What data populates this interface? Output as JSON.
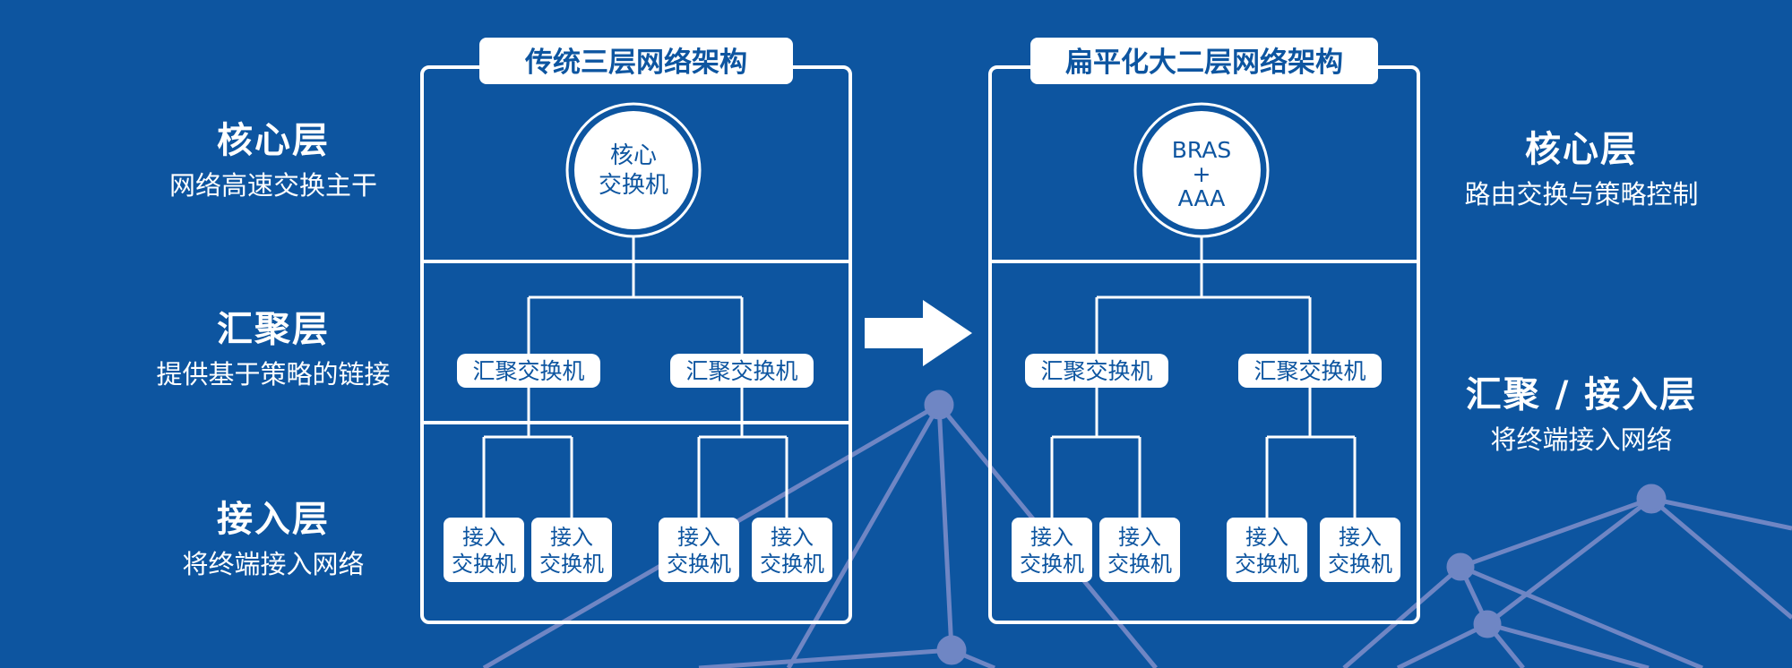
{
  "colors": {
    "background": "#0d55a0",
    "line": "#ffffff",
    "node_fill": "#ffffff",
    "node_text": "#0d55a0",
    "network_decoration": "#6f86c4"
  },
  "left_labels": [
    {
      "title": "核心层",
      "subtitle": "网络高速交换主干"
    },
    {
      "title": "汇聚层",
      "subtitle": "提供基于策略的链接"
    },
    {
      "title": "接入层",
      "subtitle": "将终端接入网络"
    }
  ],
  "right_labels": [
    {
      "title": "核心层",
      "subtitle": "路由交换与策略控制"
    },
    {
      "title": "汇聚 / 接入层",
      "subtitle": "将终端接入网络"
    }
  ],
  "traditional": {
    "title": "传统三层网络架构",
    "core_line1": "核心",
    "core_line2": "交换机",
    "agg_left": "汇聚交换机",
    "agg_right": "汇聚交换机",
    "access": [
      {
        "line1": "接入",
        "line2": "交换机"
      },
      {
        "line1": "接入",
        "line2": "交换机"
      },
      {
        "line1": "接入",
        "line2": "交换机"
      },
      {
        "line1": "接入",
        "line2": "交换机"
      }
    ]
  },
  "flat": {
    "title": "扁平化大二层网络架构",
    "core_line1": "BRAS",
    "core_line2": "+",
    "core_line3": "AAA",
    "agg_left": "汇聚交换机",
    "agg_right": "汇聚交换机",
    "access": [
      {
        "line1": "接入",
        "line2": "交换机"
      },
      {
        "line1": "接入",
        "line2": "交换机"
      },
      {
        "line1": "接入",
        "line2": "交换机"
      },
      {
        "line1": "接入",
        "line2": "交换机"
      }
    ]
  }
}
